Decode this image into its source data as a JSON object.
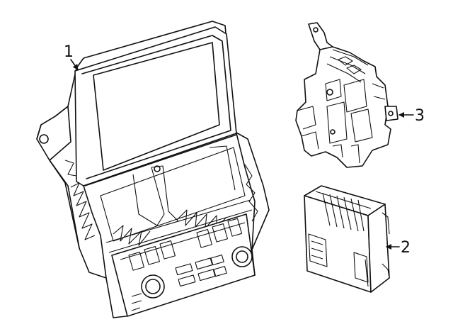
{
  "parts": [
    {
      "id": "radio-display",
      "callout": "1"
    },
    {
      "id": "control-module",
      "callout": "2"
    },
    {
      "id": "bracket-module",
      "callout": "3"
    }
  ]
}
